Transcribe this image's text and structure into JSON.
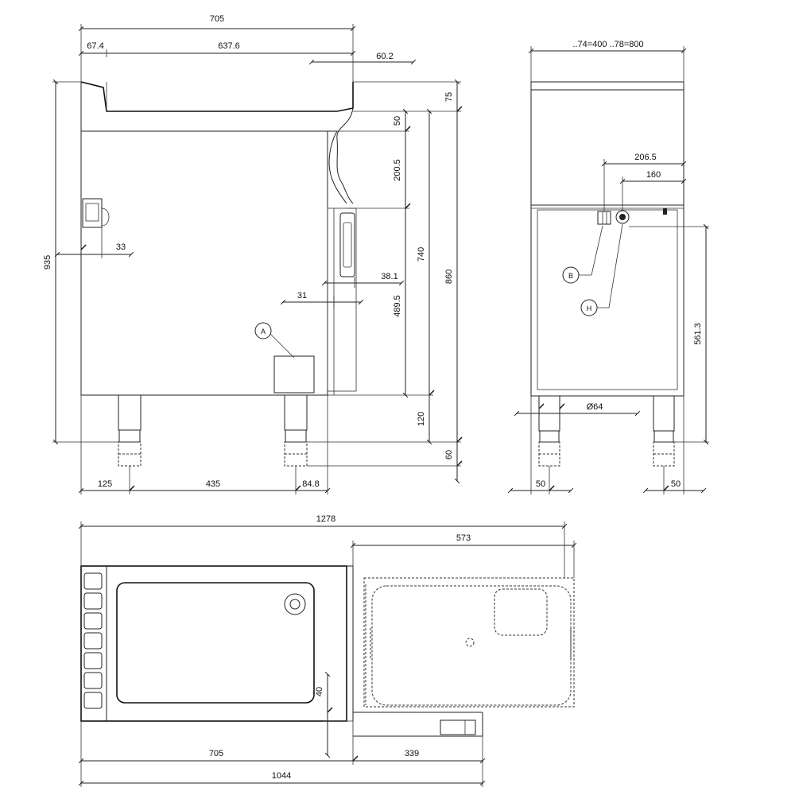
{
  "side_view": {
    "top_width": "705",
    "left_offset": "67.4",
    "top_inner": "637.6",
    "top_right": "60.2",
    "dim_75": "75",
    "dim_50": "50",
    "dim_200_5": "200.5",
    "dim_740": "740",
    "dim_860": "860",
    "dim_935": "935",
    "dim_33": "33",
    "dim_38_1": "38.1",
    "dim_31": "31",
    "dim_489_5": "489.5",
    "dim_120": "120",
    "dim_60": "60",
    "dim_125": "125",
    "dim_435": "435",
    "dim_84_8": "84.8",
    "label_a": "A"
  },
  "front_view": {
    "top_width": "..74=400 ..78=800",
    "dim_206_5": "206.5",
    "dim_160": "160",
    "dim_561_3": "561.3",
    "dim_d64": "Ø64",
    "dim_50_left": "50",
    "dim_50_right": "50",
    "label_b": "B",
    "label_h": "H"
  },
  "top_view": {
    "dim_1278": "1278",
    "dim_573": "573",
    "dim_40": "40",
    "dim_705": "705",
    "dim_339": "339",
    "dim_1044": "1044"
  }
}
